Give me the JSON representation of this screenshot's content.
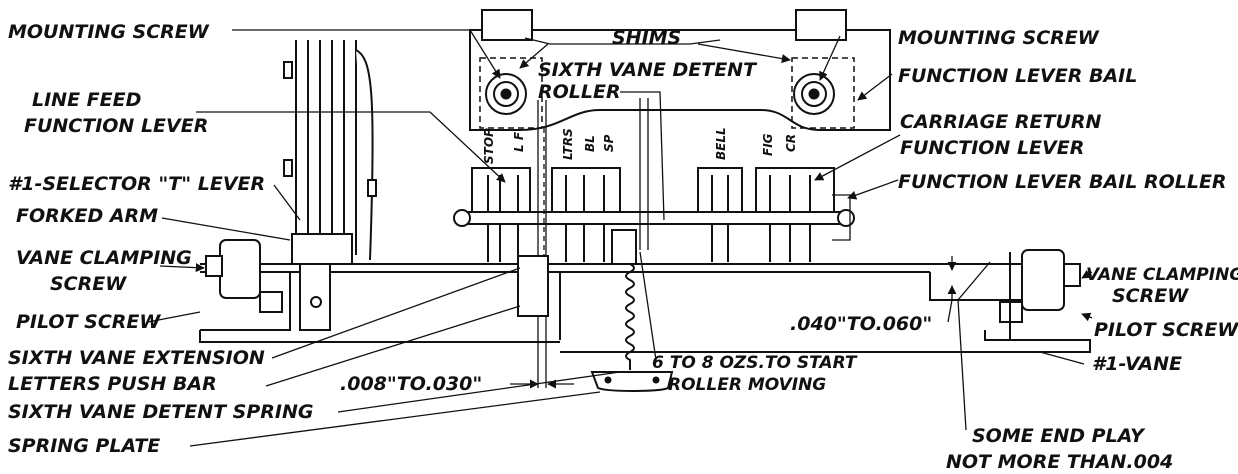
{
  "labels": {
    "mounting_screw_left": "MOUNTING SCREW",
    "shims": "SHIMS",
    "mounting_screw_right": "MOUNTING SCREW",
    "sixth_vane_detent_roller_1": "SIXTH VANE DETENT",
    "sixth_vane_detent_roller_2": "ROLLER",
    "function_lever_bail": "FUNCTION LEVER BAIL",
    "line_feed_1": "LINE FEED",
    "line_feed_2": "FUNCTION LEVER",
    "carriage_return_1": "CARRIAGE RETURN",
    "carriage_return_2": "FUNCTION LEVER",
    "selector_t_lever": "#1-SELECTOR \"T\" LEVER",
    "function_lever_bail_roller": "FUNCTION LEVER BAIL ROLLER",
    "forked_arm": "FORKED ARM",
    "vane_clamping_left_1": "VANE CLAMPING",
    "vane_clamping_left_2": "SCREW",
    "vane_clamping_right_1": "VANE CLAMPING",
    "vane_clamping_right_2": "SCREW",
    "pilot_screw_left": "PILOT SCREW",
    "pilot_screw_right": "PILOT SCREW",
    "clearance_040_060": ".040\"TO.060\"",
    "sixth_vane_extension": "SIXTH VANE EXTENSION",
    "vane_1": "#1-VANE",
    "ounces_1": "6 TO 8 OZS.TO START",
    "ounces_2": "ROLLER MOVING",
    "letters_push_bar": "LETTERS PUSH BAR",
    "clearance_008_030": ".008\"TO.030\"",
    "sixth_vane_detent_spring": "SIXTH VANE DETENT SPRING",
    "spring_plate": "SPRING PLATE",
    "end_play_1": "SOME END PLAY",
    "end_play_2": "NOT MORE THAN.004"
  },
  "lever_tags": {
    "stop": "STOP",
    "lf": "L F",
    "ltrs": "LTRS",
    "bl": "BL",
    "sp": "SP",
    "bell": "BELL",
    "fig": "FIG",
    "cr": "CR"
  }
}
